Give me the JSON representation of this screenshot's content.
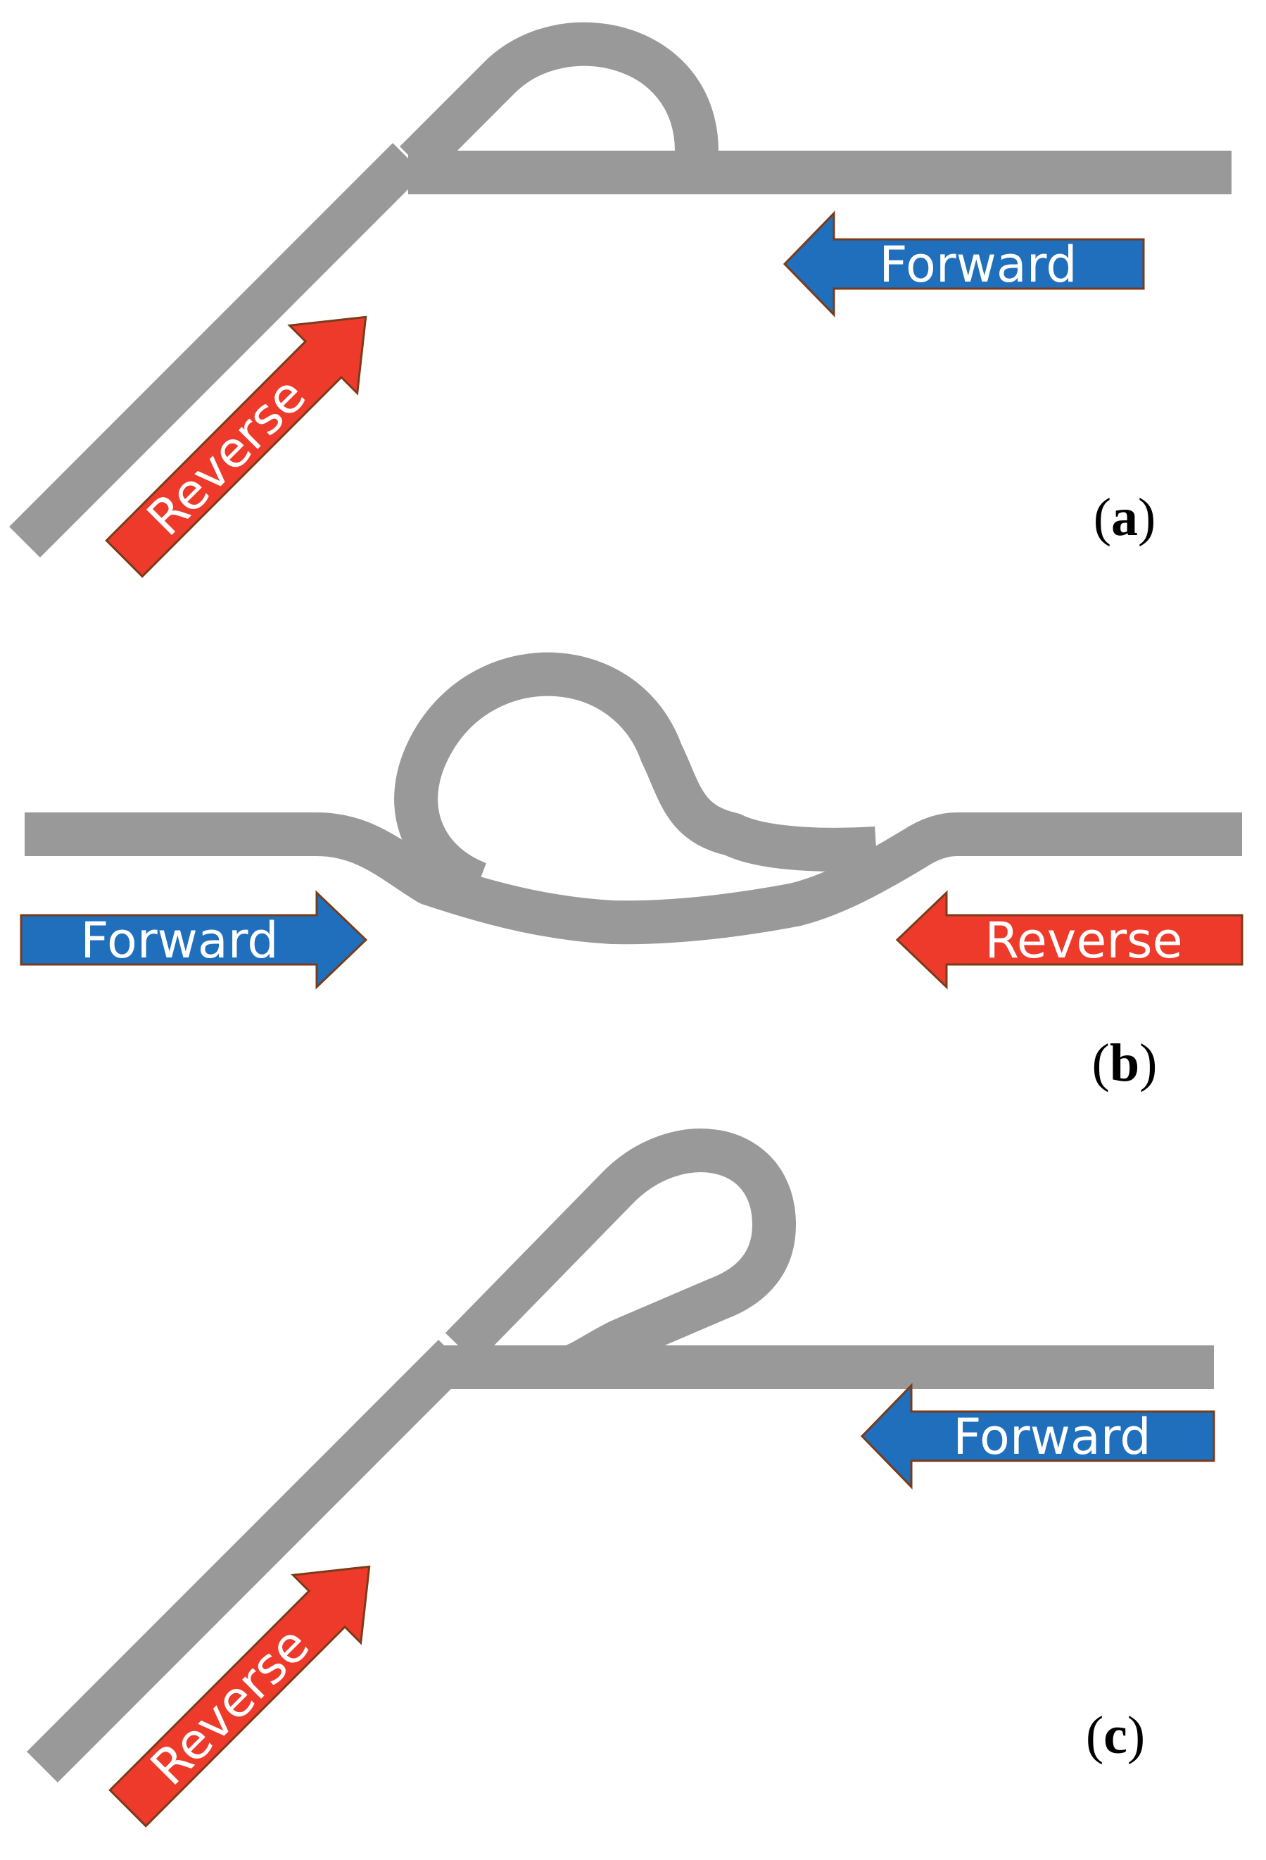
{
  "panels": [
    {
      "letter": "a",
      "open": "(",
      "close": ")",
      "forward": "Forward",
      "reverse": "Reverse"
    },
    {
      "letter": "b",
      "open": "(",
      "close": ")",
      "forward": "Forward",
      "reverse": "Reverse"
    },
    {
      "letter": "c",
      "open": "(",
      "close": ")",
      "forward": "Forward",
      "reverse": "Reverse"
    }
  ],
  "colors": {
    "track": "#999999",
    "forward_arrow": "#1f6fbd",
    "reverse_arrow": "#ee3a2a",
    "arrow_outline": "#7a3b1a"
  }
}
